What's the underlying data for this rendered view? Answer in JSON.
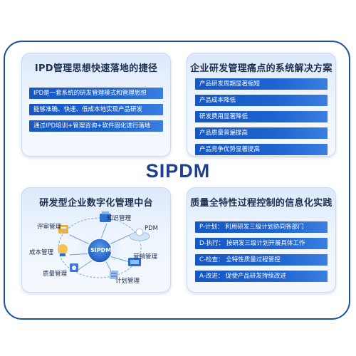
{
  "center_title": "SIPDM",
  "panels": {
    "top_left": {
      "title": "IPD管理思想快速落地的捷径",
      "items": [
        "IPD是一套系统的研发管理模式和管理思想",
        "能够准确、快速、低成本地实现产品研发",
        "通过IPD培训+管理咨询+软件固化进行落地"
      ]
    },
    "top_right": {
      "title": "企业研发管理痛点的系统解决方案",
      "items": [
        "产品研发周期显著缩短",
        "产品成本降低",
        "研发费用显著降低",
        "产品质量普遍提高",
        "产品竞争优势显著提高"
      ]
    },
    "bottom_left": {
      "title": "研发型企业数字化管理中台",
      "hub_label": "SIPDM",
      "nodes": {
        "knowledge": "知识管理",
        "pdm": "PDM",
        "review": "评审管理",
        "cost": "成本管理",
        "marketing": "营销管理",
        "quality": "质量管理",
        "plan": "计划管理"
      }
    },
    "bottom_right": {
      "title": "质量全特性过程控制的信息化实践",
      "items": [
        "P-计划： 利用研发三级计划协同各部门",
        "D-执行： 按研发三级计划开展具体工作",
        "C-检查： 全特性质量过程管控",
        "A-改进： 促使产品研发持续改进"
      ]
    }
  },
  "colors": {
    "frame": "#1c4fa0",
    "bar": "#1e63cf",
    "title_text": "#1c3f8f",
    "panel_bg": "#e6effb"
  }
}
